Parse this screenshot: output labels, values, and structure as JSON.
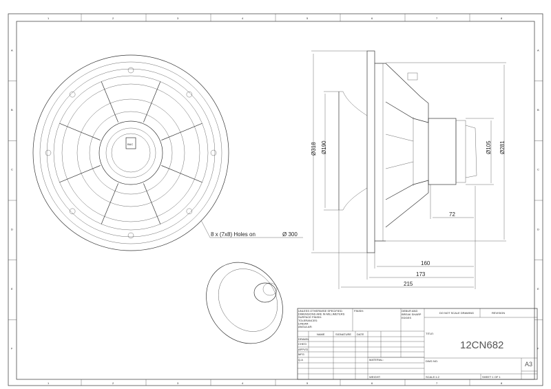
{
  "grid": {
    "columns": [
      "1",
      "2",
      "3",
      "4",
      "5",
      "6",
      "7",
      "8"
    ],
    "rows": [
      "A",
      "B",
      "C",
      "D",
      "E",
      "F"
    ]
  },
  "front_view": {
    "hole_note": "8 x (7x8) Holes on",
    "hole_circle": "Ø 300",
    "logo": "B&C"
  },
  "side_view": {
    "dims": {
      "d318": "Ø318",
      "d190": "Ø190",
      "d105": "Ø105",
      "d281": "Ø281",
      "l72": "72",
      "l160": "160",
      "l173": "173",
      "l215": "215"
    }
  },
  "title_block": {
    "general_notes": [
      "UNLESS OTHERWISE SPECIFIED:",
      "DIMENSIONS ARE IN MILLIMETERS",
      "SURFACE FINISH:",
      "TOLERANCES:",
      "LINEAR:",
      "ANGULAR:"
    ],
    "finish": "FINISH:",
    "deburr": [
      "DEBUR AND",
      "BREAK SHARP",
      "EDGES"
    ],
    "do_not_scale": "DO NOT SCALE DRAWING",
    "revision": "REVISION",
    "col_name": "NAME",
    "col_signature": "SIGNATURE",
    "col_date": "DATE",
    "rows": [
      "DRAWN",
      "CHK'D",
      "APPV'D",
      "MFG",
      "Q.A"
    ],
    "material": "MATERIAL:",
    "weight": "WEIGHT:",
    "title_label": "TITLE:",
    "title": "12CN682",
    "dwg_no": "DWG NO.",
    "size": "A3",
    "scale": "SCALE:1:2",
    "sheet": "SHEET 1 OF 1"
  }
}
